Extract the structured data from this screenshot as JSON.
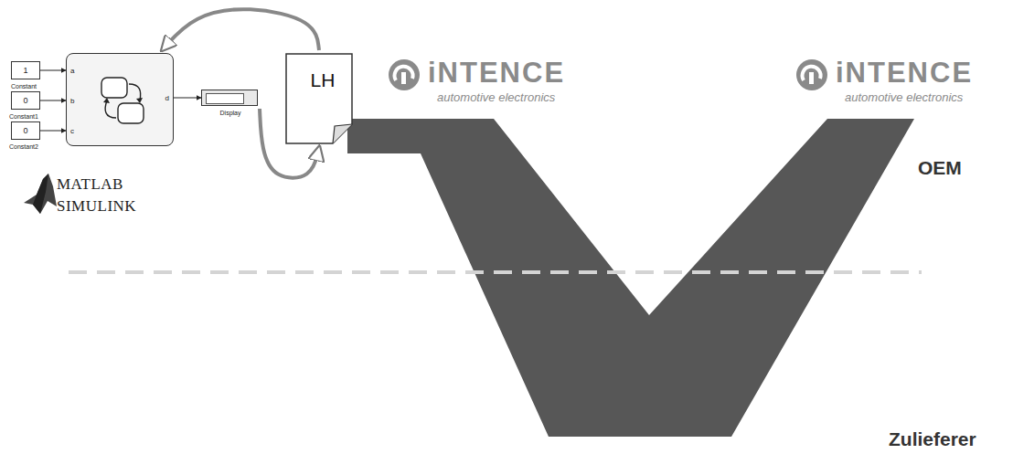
{
  "diagram": {
    "nodes": [
      {
        "text": [
          "1",
          "Constant"
        ]
      },
      {
        "text": [
          "0",
          "Constant1"
        ]
      },
      {
        "text": [
          "0",
          "Constant2"
        ]
      },
      {
        "text": [
          "a",
          "b",
          "c",
          "d"
        ]
      },
      {
        "text": [
          "Display"
        ]
      },
      {
        "text": [
          "LH"
        ]
      }
    ],
    "edges": [
      {
        "from": 0,
        "to": 3,
        "arrow": "to"
      },
      {
        "from": 1,
        "to": 3,
        "arrow": "to"
      },
      {
        "from": 2,
        "to": 3,
        "arrow": "to"
      },
      {
        "from": 3,
        "to": 4,
        "arrow": "to"
      },
      {
        "from": 5,
        "to": 3,
        "arrow": "to"
      },
      {
        "from": 4,
        "to": 5,
        "arrow": "to"
      }
    ],
    "labels": [
      "MATLAB",
      "SIMULINK",
      "iNTENCE",
      "automotive electronics",
      "iNTENCE",
      "automotive electronics",
      "OEM",
      "Zulieferer"
    ]
  }
}
